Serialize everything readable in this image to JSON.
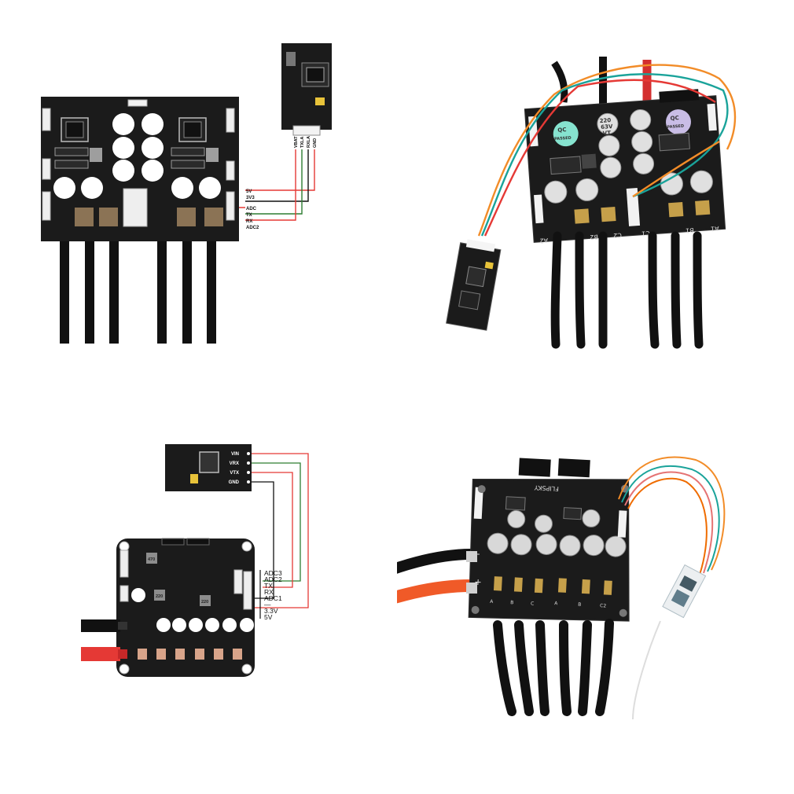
{
  "q1": {
    "module_pins": [
      "VBAT",
      "TXLA",
      "RXLA",
      "GND"
    ],
    "board_pins": [
      "5V",
      "3V3",
      "ADC",
      "TX",
      "RX",
      "ADC2"
    ]
  },
  "q2": {
    "cap_labels": [
      "220",
      "63V",
      "VT"
    ],
    "sticker_text": [
      "QC",
      "PASSED"
    ],
    "phase_labels": [
      "A2",
      "B2",
      "C2",
      "C1",
      "B1",
      "A1"
    ]
  },
  "q3": {
    "module_pins": [
      "VIN",
      "VRX",
      "VTX",
      "GND"
    ],
    "board_pins": [
      "ADC3",
      "ADC2",
      "TX",
      "RX",
      "ADC1",
      "—",
      "3.3V",
      "5V"
    ],
    "chip_labels": [
      "470",
      "220",
      "220"
    ]
  },
  "q4": {
    "brand": "FLIPSKY",
    "polarity": [
      "-",
      "+"
    ],
    "phase_labels": [
      "A",
      "B",
      "C",
      "A",
      "B",
      "C2"
    ]
  },
  "colors": {
    "board": "#1b1b1b",
    "wire_red": "#e53935",
    "wire_green": "#2e7d32",
    "wire_orange": "#f28c28",
    "wire_teal": "#1aa39a",
    "pad": "#8b7355"
  }
}
